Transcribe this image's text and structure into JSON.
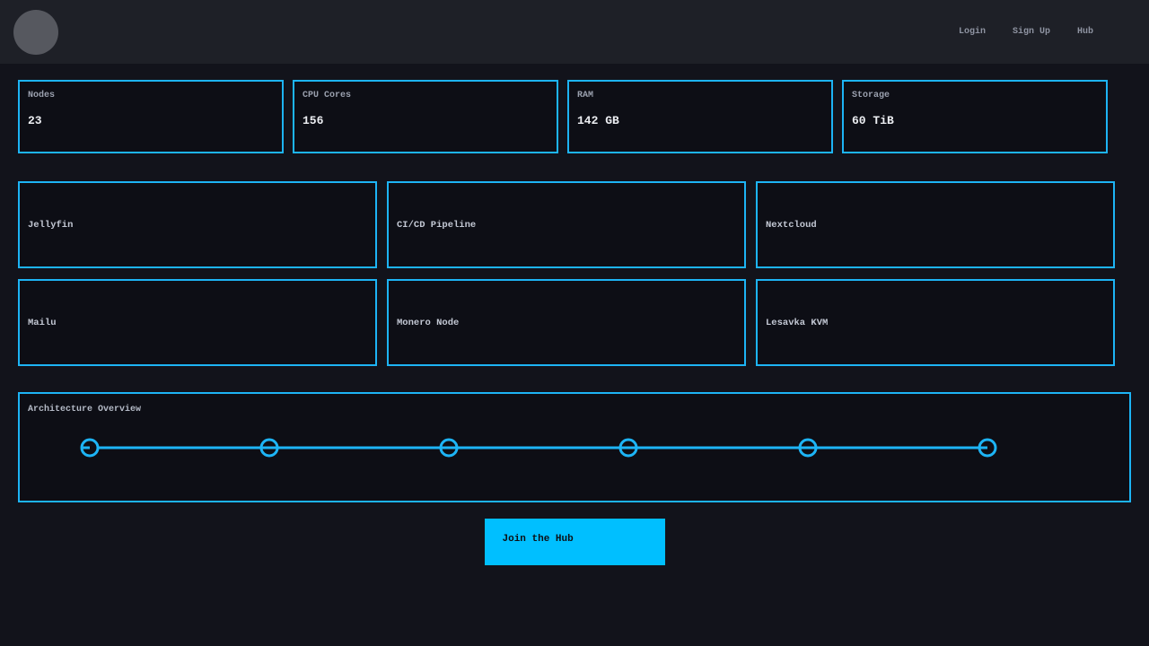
{
  "topbar": {
    "nav_links": [
      "Login",
      "Sign Up",
      "Hub"
    ]
  },
  "stats": [
    {
      "label": "Nodes",
      "value": "23"
    },
    {
      "label": "CPU Cores",
      "value": "156"
    },
    {
      "label": "RAM",
      "value": "142 GB"
    },
    {
      "label": "Storage",
      "value": "60 TiB"
    }
  ],
  "services": [
    "Jellyfin",
    "CI/CD Pipeline",
    "Nextcloud",
    "Mailu",
    "Monero Node",
    "Lesavka KVM"
  ],
  "architecture": {
    "title": "Architecture Overview",
    "node_count": 6
  },
  "cta_label": "Join the Hub",
  "colors": {
    "accent": "#1db4f5",
    "button": "#00bfff",
    "page_bg": "#12131b",
    "topbar_bg": "#1e2027",
    "card_bg": "#0d0e15",
    "avatar_gray": "#56585f"
  }
}
